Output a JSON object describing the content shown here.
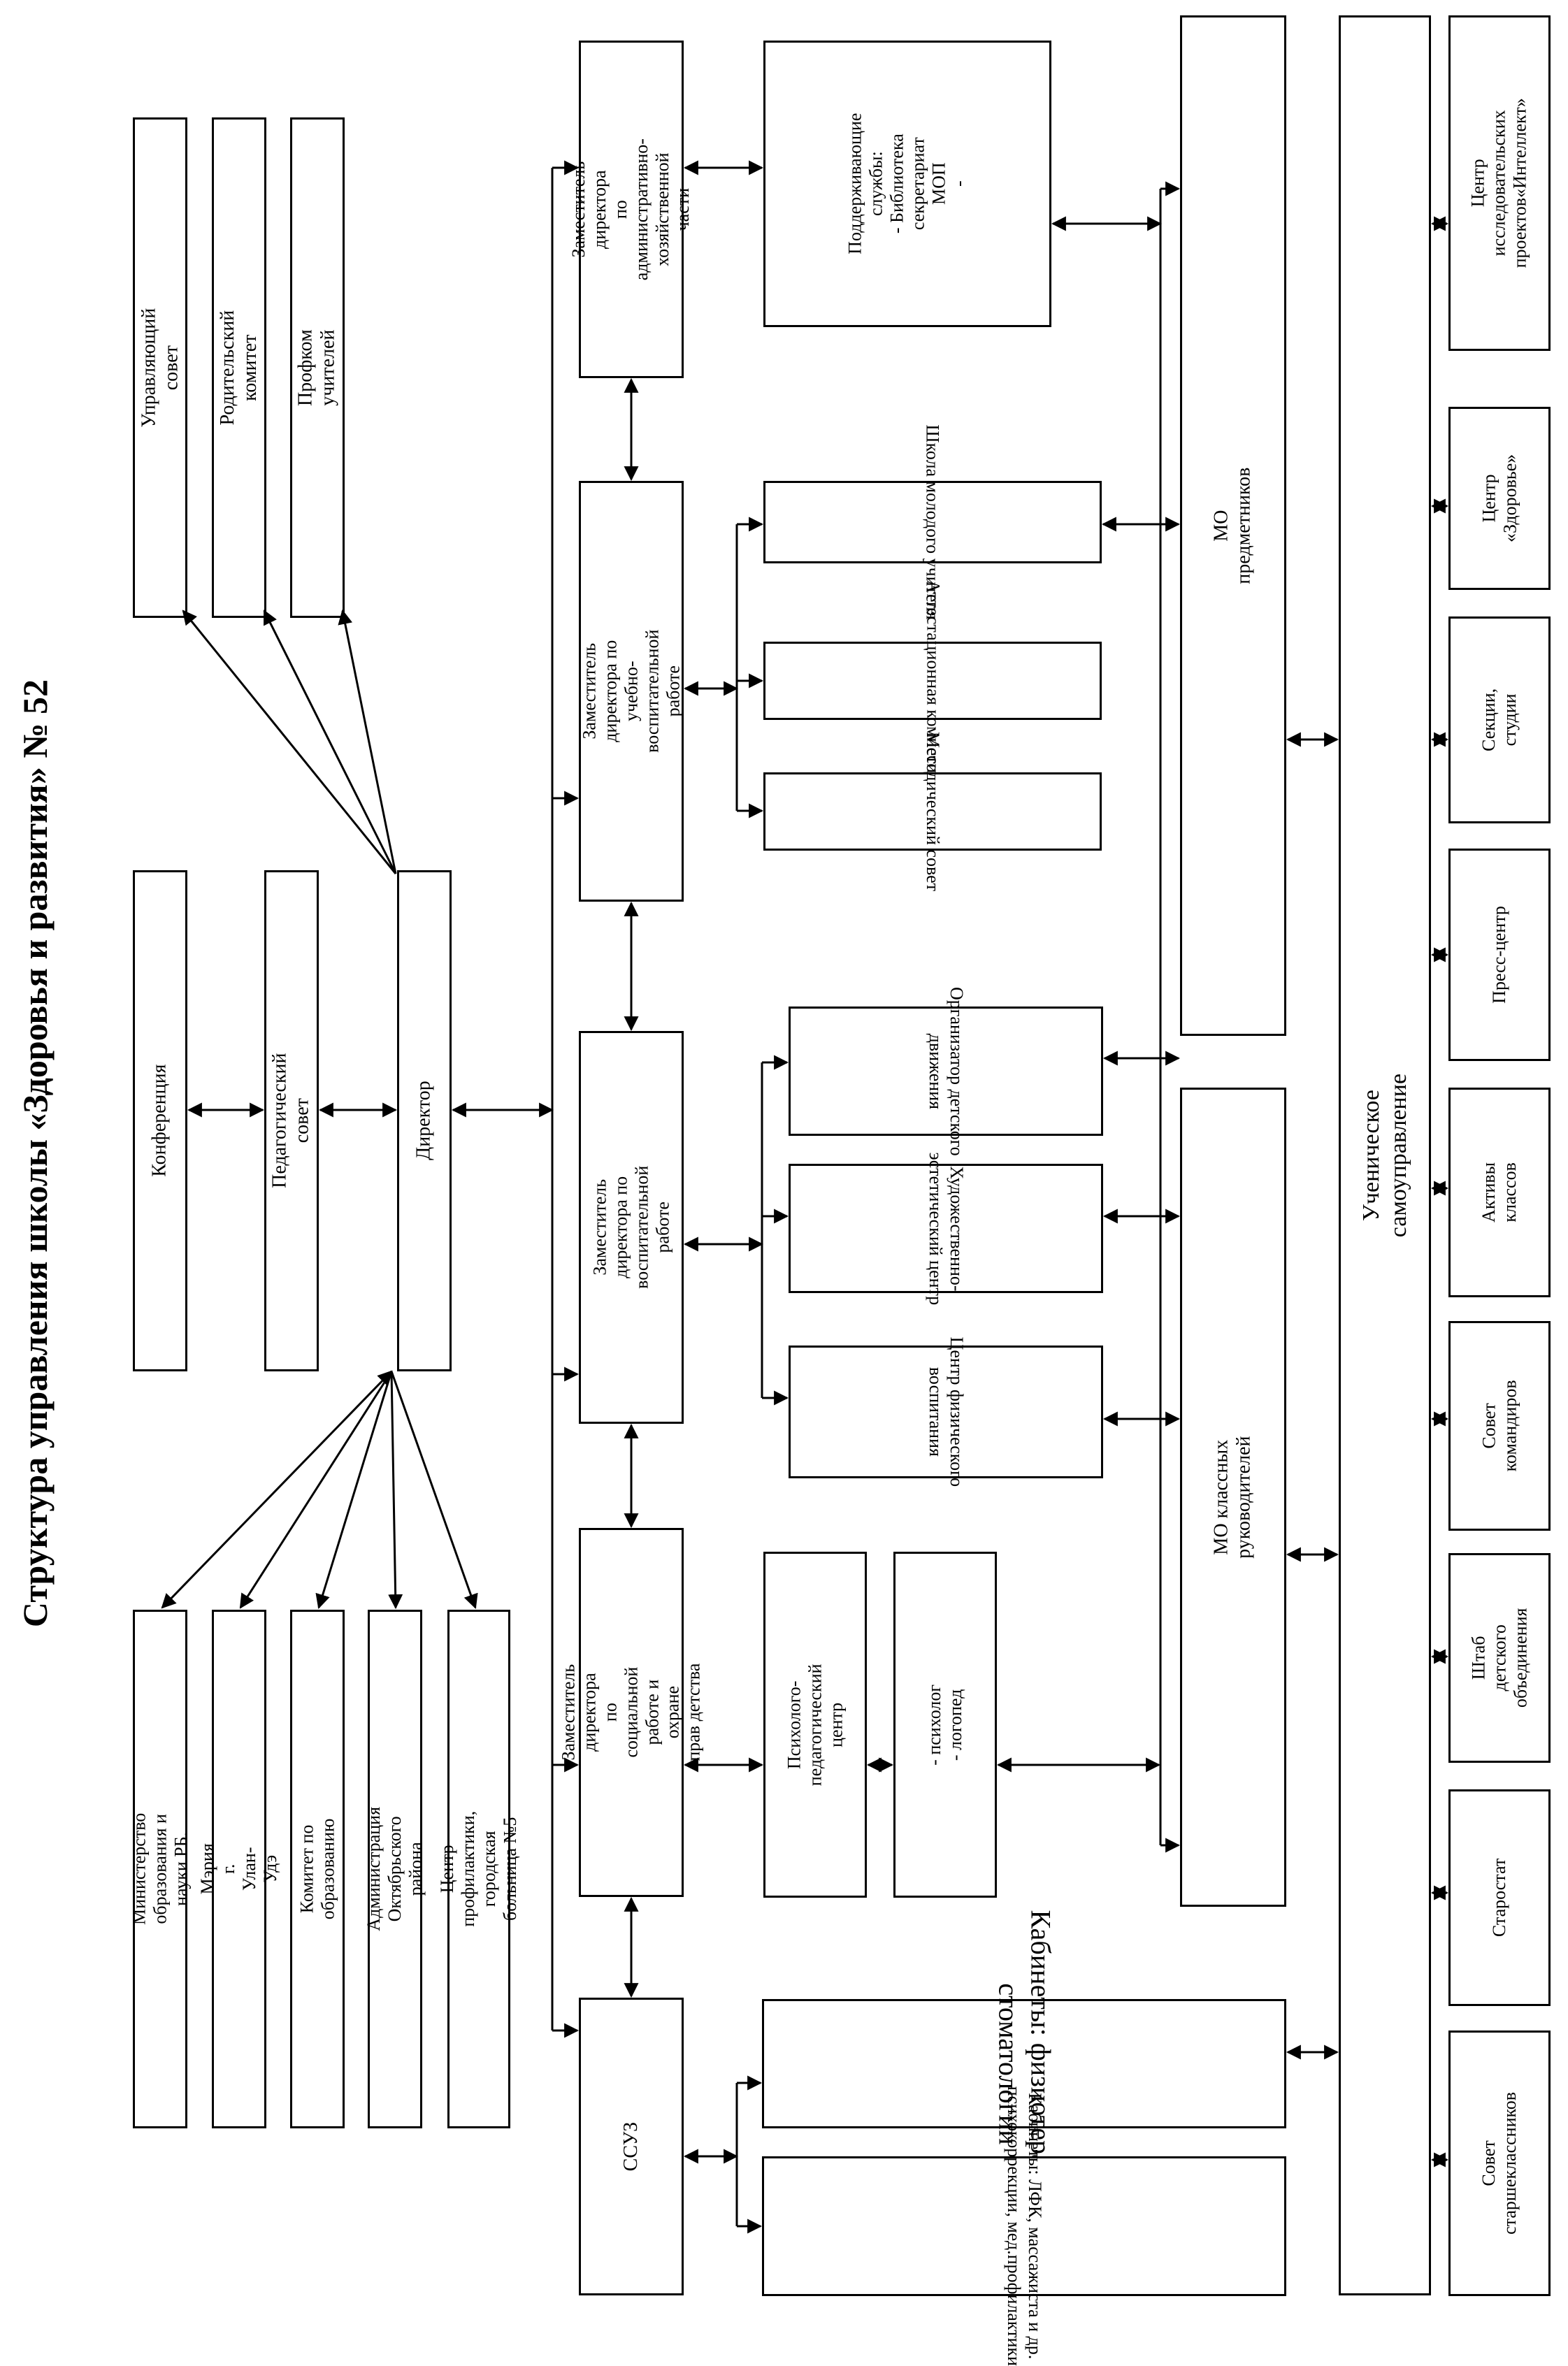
{
  "title": "Структура управления школы «Здоровья и развития» № 52",
  "boxes": {
    "conference": "Конференция",
    "ped_council": "Педагогический совет",
    "director": "Директор",
    "governing_council": "Управляющий совет",
    "parent_committee": "Родительский комитет",
    "teachers_union": "Профком учителей",
    "ministry": "Министерство образования и науки РБ.",
    "mayor_office": "Мэрия г. Улан-Удэ",
    "edu_committee": "Комитет по образованию",
    "district_admin": "Администрация Октябрьского района",
    "prevention_center": "Центр профилактики,\nгородская больница №5",
    "deputy_admin": "Заместитель директора\nпо административно-\nхозяйственной части",
    "support_services": "Поддерживающие\nслужбы:\n- Библиотека\nсекретариат\nМОП\n-",
    "deputy_study": "Заместитель директора по учебно-\nвоспитательной работе",
    "young_teacher_school": "Школа молодого учителя",
    "attestation_commission": "Аттестационная комиссия",
    "methodical_council": "Методический совет",
    "deputy_upbringing": "Заместитель директора по\nвоспитательной работе",
    "children_movement_organizer": "Организатор детского\nдвижения",
    "art_center": "Художественно-\nэстетический центр",
    "physical_education_center": "Центр физического\nвоспитания",
    "deputy_social": "Заместитель директора по\nсоциальной работе и охране\nправ детства",
    "psych_ped_center": "Психолого-педагогический\nцентр",
    "psychologist_speech": "- психолог\n- логопед",
    "ssuz": "ССУЗ",
    "physio_rooms": "Кабинеты: физиотерапии,\nстоматологии",
    "lfk_rooms": "Кабинеты: ЛФК, массажиста и др.\nпсихокоррекции, мед.профилактики",
    "mo_subject": "МО предметников",
    "mo_class": "МО классных руководителей",
    "student_government": "Ученическое самоуправление",
    "research_center": "Центр исследовательских\nпроектов«Интеллект»",
    "health_center": "Центр\n«Здоровье»",
    "sections_studios": "Секции, студии",
    "press_center": "Пресс-центр",
    "class_assets": "Активы классов",
    "commanders_council": "Совет\nкомандиров",
    "children_hq": "Штаб детского\nобъединения",
    "starostat": "Старостат",
    "seniors_council": "Совет\nстаршеклассников"
  }
}
